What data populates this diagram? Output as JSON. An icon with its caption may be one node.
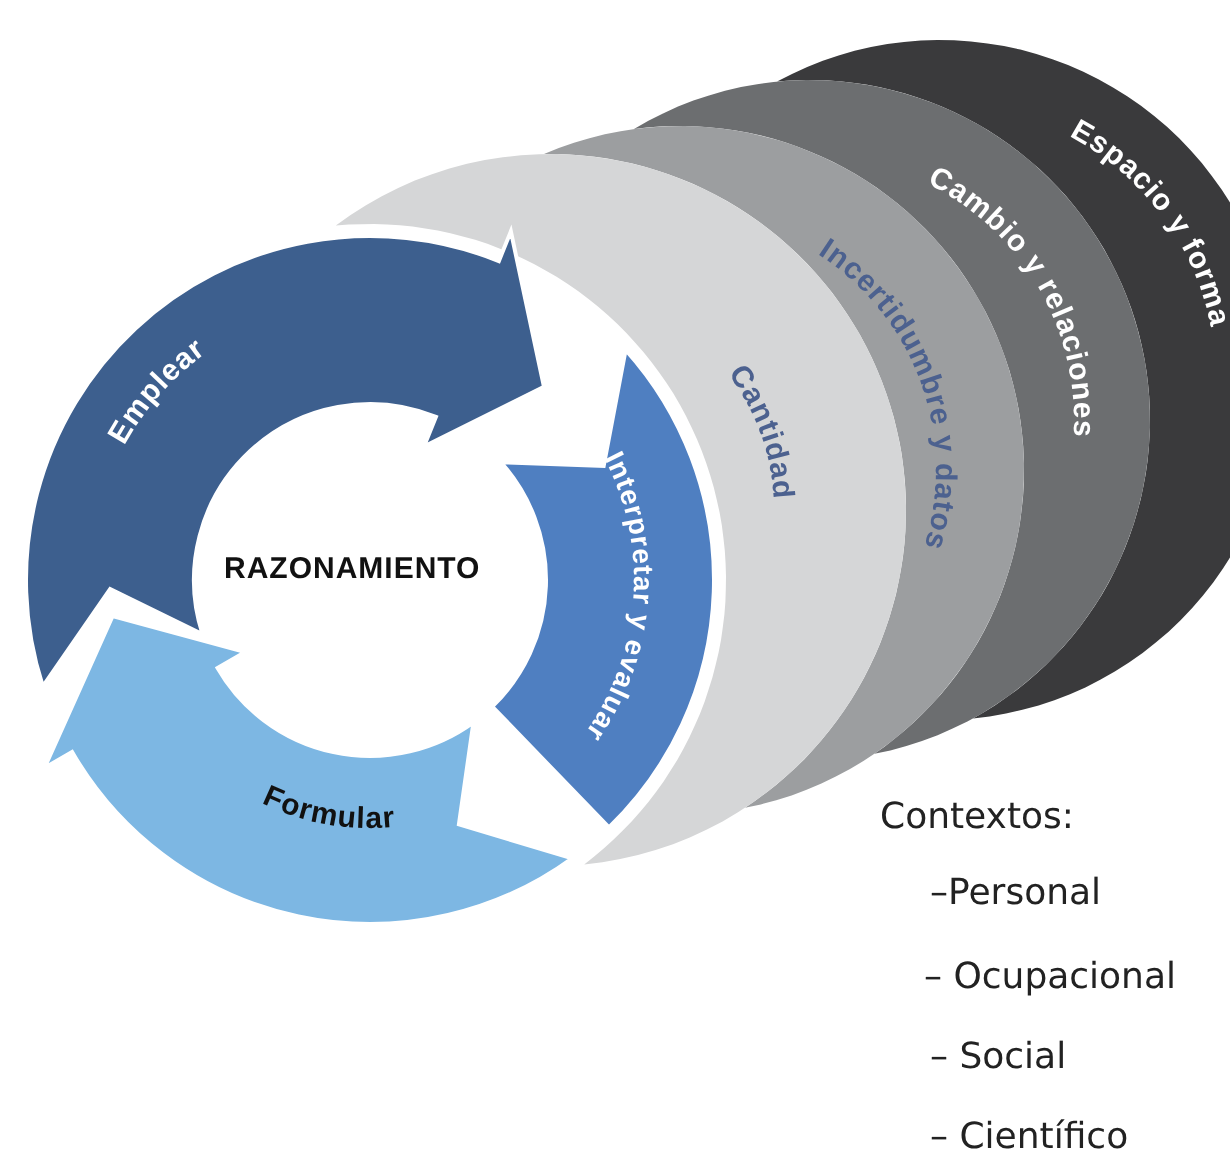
{
  "diagram": {
    "nodes": [
      {
        "text": [
          "Espacio y forma"
        ]
      },
      {
        "text": [
          "Cambio y relaciones"
        ]
      },
      {
        "text": [
          "Incertidumbre y datos"
        ]
      },
      {
        "text": [
          "Cantidad"
        ]
      },
      {
        "text": [
          "Emplear"
        ]
      },
      {
        "text": [
          "Interpretar y evaluar"
        ]
      },
      {
        "text": [
          "Formular"
        ]
      }
    ],
    "labels": [
      "RAZONAMIENTO",
      "Contextos:",
      "–Personal",
      "– Ocupacional",
      "– Social",
      "– Científico"
    ]
  }
}
